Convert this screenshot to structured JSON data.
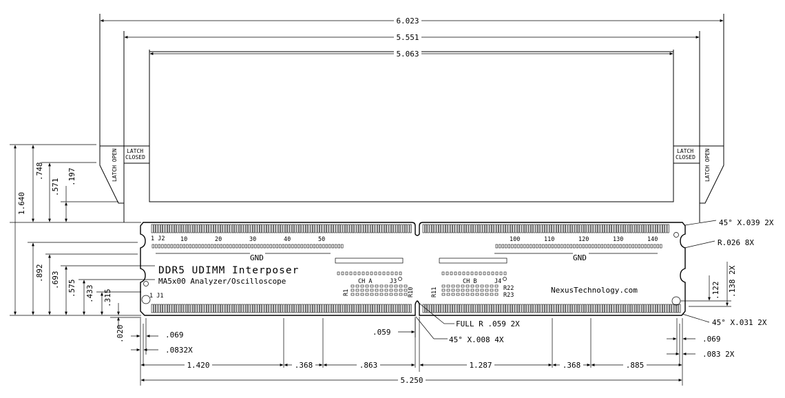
{
  "board": {
    "title": "DDR5 UDIMM Interposer",
    "subtitle": "MA5x00 Analyzer/Oscilloscope",
    "website": "NexusTechnology.com",
    "gnd_label": "GND",
    "ch_a": "CH A",
    "ch_b": "CH B",
    "ref_j1": "1 J1",
    "ref_j2": "1 J2",
    "ref_j3": "J3",
    "ref_j4": "J4",
    "ref_r1": "R1",
    "ref_r10": "R10",
    "ref_r11": "R11",
    "ref_r22": "R22",
    "ref_r23": "R23",
    "pin_labels_left": [
      "10",
      "20",
      "30",
      "40",
      "50"
    ],
    "pin_labels_right": [
      "100",
      "110",
      "120",
      "130",
      "140"
    ]
  },
  "latch": {
    "open": "LATCH OPEN",
    "closed_line1": "LATCH",
    "closed_line2": "CLOSED"
  },
  "dimensions": {
    "top_width": "6.023",
    "mid_width": "5.551",
    "inner_width": "5.063",
    "height_total": "1.640",
    "h_748": ".748",
    "h_571": ".571",
    "h_197": ".197",
    "h_892": ".892",
    "h_693": ".693",
    "h_575": ".575",
    "h_433": ".433",
    "h_315": ".315",
    "h_020": ".020",
    "h_122": ".122",
    "h_138": ".138 2X",
    "w_069_left": ".069",
    "w_0832x": ".0832X",
    "w_059": ".059",
    "w_069_right": ".069",
    "w_0832x_right": ".083 2X",
    "seg_1420": "1.420",
    "seg_368_a": ".368",
    "seg_863": ".863",
    "seg_1287": "1.287",
    "seg_368_b": ".368",
    "seg_885": ".885",
    "bottom_total": "5.250",
    "chamfer_top": "45° X.039 2X",
    "radius": "R.026 8X",
    "full_r": "FULL R .059 2X",
    "chamfer_008": "45° X.008 4X",
    "chamfer_031": "45° X.031 2X"
  }
}
